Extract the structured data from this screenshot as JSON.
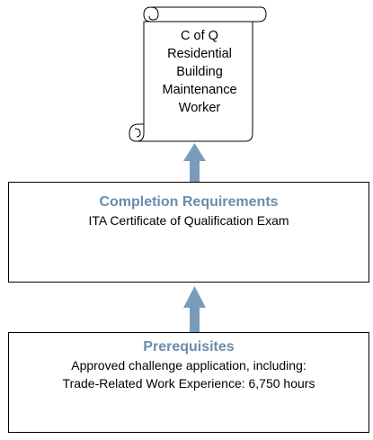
{
  "certificate": {
    "lines": [
      "C of Q",
      "Residential",
      "Building",
      "Maintenance",
      "Worker"
    ]
  },
  "completion": {
    "title": "Completion Requirements",
    "lines": [
      "ITA Certificate of Qualification Exam"
    ]
  },
  "prerequisites": {
    "title": "Prerequisites",
    "lines": [
      "Approved challenge application, including:",
      "Trade-Related Work Experience:  6,750 hours"
    ]
  },
  "colors": {
    "arrow": "#7a9cbc",
    "title": "#6b8cae"
  }
}
